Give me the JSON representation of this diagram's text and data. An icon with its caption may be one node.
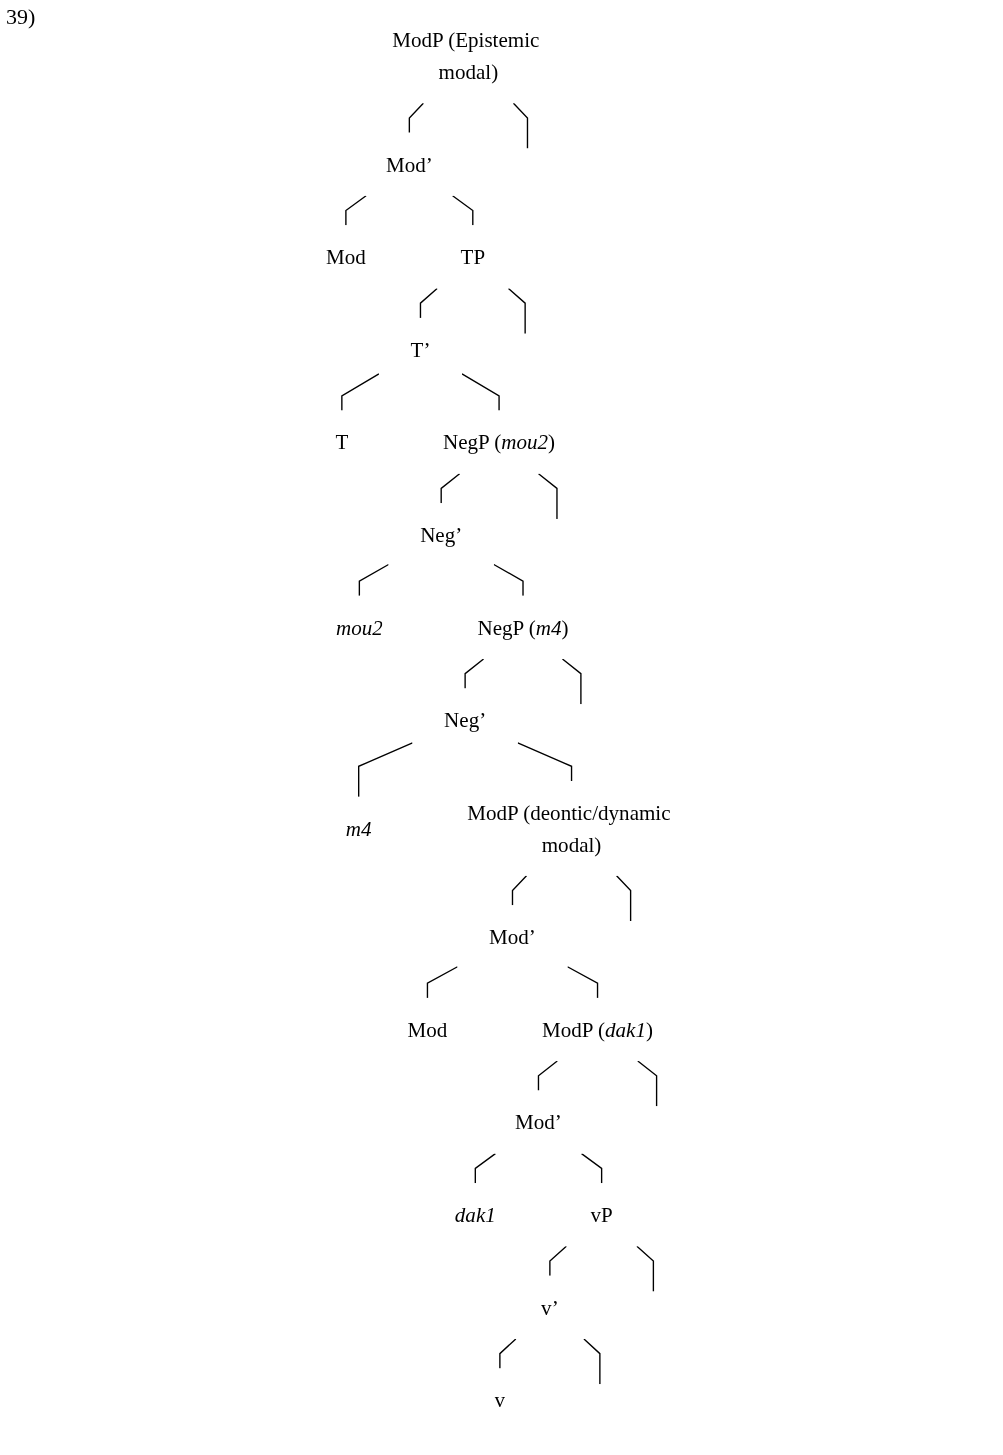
{
  "diagram": {
    "nodes": [
      {
        "text": [
          "ModP (Epistemic modal)"
        ]
      },
      {
        "text": [
          "Mod’"
        ]
      },
      {
        "text": [
          "Mod"
        ]
      },
      {
        "text": [
          "TP"
        ]
      },
      {
        "text": [
          "T’"
        ]
      },
      {
        "text": [
          "T"
        ]
      },
      {
        "text": [
          "NegP (*mou2*)"
        ]
      },
      {
        "text": [
          "Neg’"
        ]
      },
      {
        "text": [
          "mou2"
        ]
      },
      {
        "text": [
          "NegP (*m4*)"
        ]
      },
      {
        "text": [
          "Neg’"
        ]
      },
      {
        "text": [
          "m4"
        ]
      },
      {
        "text": [
          "ModP (deontic/dynamic modal)"
        ]
      },
      {
        "text": [
          "Mod’"
        ]
      },
      {
        "text": [
          "Mod"
        ]
      },
      {
        "text": [
          "ModP (*dak1*)"
        ]
      },
      {
        "text": [
          "Mod’"
        ]
      },
      {
        "text": [
          "dak1"
        ]
      },
      {
        "text": [
          "vP"
        ]
      },
      {
        "text": [
          "v’"
        ]
      },
      {
        "text": [
          "v"
        ]
      }
    ],
    "edges": [
      {
        "from": 0,
        "to": null,
        "arrow": "none"
      },
      {
        "from": 0,
        "to": 1,
        "arrow": "none"
      },
      {
        "from": 1,
        "to": 2,
        "arrow": "none"
      },
      {
        "from": 1,
        "to": 3,
        "arrow": "none"
      },
      {
        "from": 3,
        "to": null,
        "arrow": "none"
      },
      {
        "from": 3,
        "to": 4,
        "arrow": "none"
      },
      {
        "from": 4,
        "to": 5,
        "arrow": "none"
      },
      {
        "from": 4,
        "to": 6,
        "arrow": "none"
      },
      {
        "from": 6,
        "to": null,
        "arrow": "none"
      },
      {
        "from": 6,
        "to": 7,
        "arrow": "none"
      },
      {
        "from": 7,
        "to": 8,
        "arrow": "none"
      },
      {
        "from": 7,
        "to": 9,
        "arrow": "none"
      },
      {
        "from": 9,
        "to": null,
        "arrow": "none"
      },
      {
        "from": 9,
        "to": 10,
        "arrow": "none"
      },
      {
        "from": 10,
        "to": 11,
        "arrow": "none"
      },
      {
        "from": 10,
        "to": 12,
        "arrow": "none"
      },
      {
        "from": 12,
        "to": null,
        "arrow": "none"
      },
      {
        "from": 12,
        "to": 13,
        "arrow": "none"
      },
      {
        "from": 13,
        "to": 14,
        "arrow": "none"
      },
      {
        "from": 13,
        "to": 15,
        "arrow": "none"
      },
      {
        "from": 15,
        "to": null,
        "arrow": "none"
      },
      {
        "from": 15,
        "to": 16,
        "arrow": "none"
      },
      {
        "from": 16,
        "to": 17,
        "arrow": "none"
      },
      {
        "from": 16,
        "to": 18,
        "arrow": "none"
      },
      {
        "from": 18,
        "to": null,
        "arrow": "none"
      },
      {
        "from": 18,
        "to": 19,
        "arrow": "none"
      },
      {
        "from": 19,
        "to": 20,
        "arrow": "none"
      },
      {
        "from": 19,
        "to": null,
        "arrow": "none"
      }
    ],
    "labels": [
      "39)"
    ]
  }
}
